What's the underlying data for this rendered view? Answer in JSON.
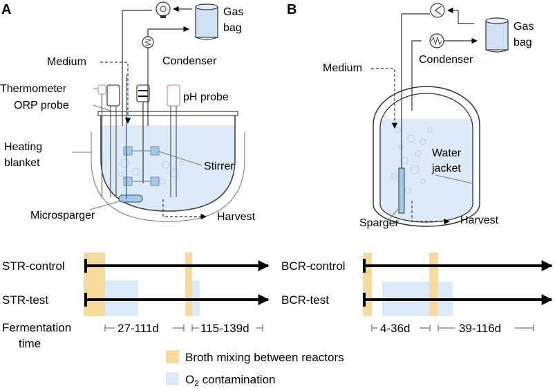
{
  "panels": {
    "A": {
      "letter": "A",
      "gas_bag": [
        "Gas",
        "bag"
      ],
      "condenser": "Condenser",
      "medium": "Medium",
      "thermometer": "Thermometer",
      "orp_probe": "ORP probe",
      "ph_probe": "pH probe",
      "heating_blanket": [
        "Heating",
        "blanket"
      ],
      "stirrer": "Stirrer",
      "microsparger": "Microsparger",
      "harvest": "Harvest"
    },
    "B": {
      "letter": "B",
      "gas_bag": [
        "Gas",
        "bag"
      ],
      "condenser": "Condenser",
      "medium": "Medium",
      "water_jacket": [
        "Water",
        "jacket"
      ],
      "sparger": "Sparger",
      "harvest": "Harvest"
    }
  },
  "timeline": {
    "rows": {
      "str_control": "STR-control",
      "str_test": "STR-test",
      "bcr_control": "BCR-control",
      "bcr_test": "BCR-test"
    },
    "fermentation_label": [
      "Fermentation",
      "time"
    ],
    "intervals": {
      "str_1": "27-111d",
      "str_2": "115-139d",
      "bcr_1": "4-36d",
      "bcr_2": "39-116d"
    }
  },
  "legend": {
    "mixing": "Broth mixing between reactors",
    "o2_prefix": "O",
    "o2_sub": "2",
    "o2_suffix": " contamination"
  },
  "colors": {
    "mixing": "#f6d99c",
    "o2": "#dbeaf7",
    "liquid": "#dce9f6",
    "line": "#000000",
    "gray": "#7a7a7a"
  }
}
